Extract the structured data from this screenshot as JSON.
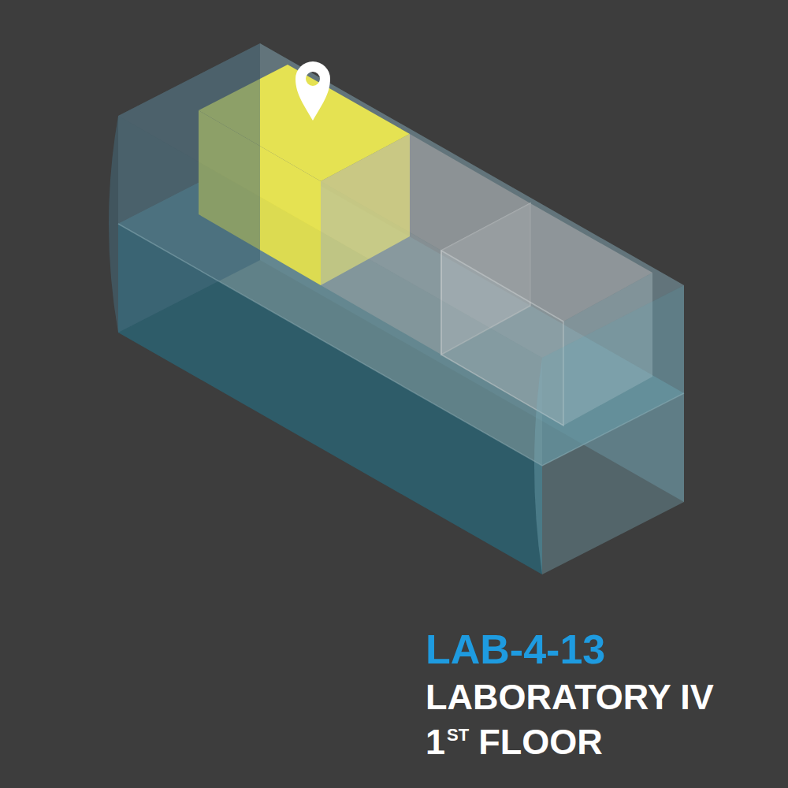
{
  "diagram": {
    "labels": [
      "LAB-4-13",
      "LABORATORY IV",
      "1",
      "ST",
      "FLOOR"
    ]
  }
}
